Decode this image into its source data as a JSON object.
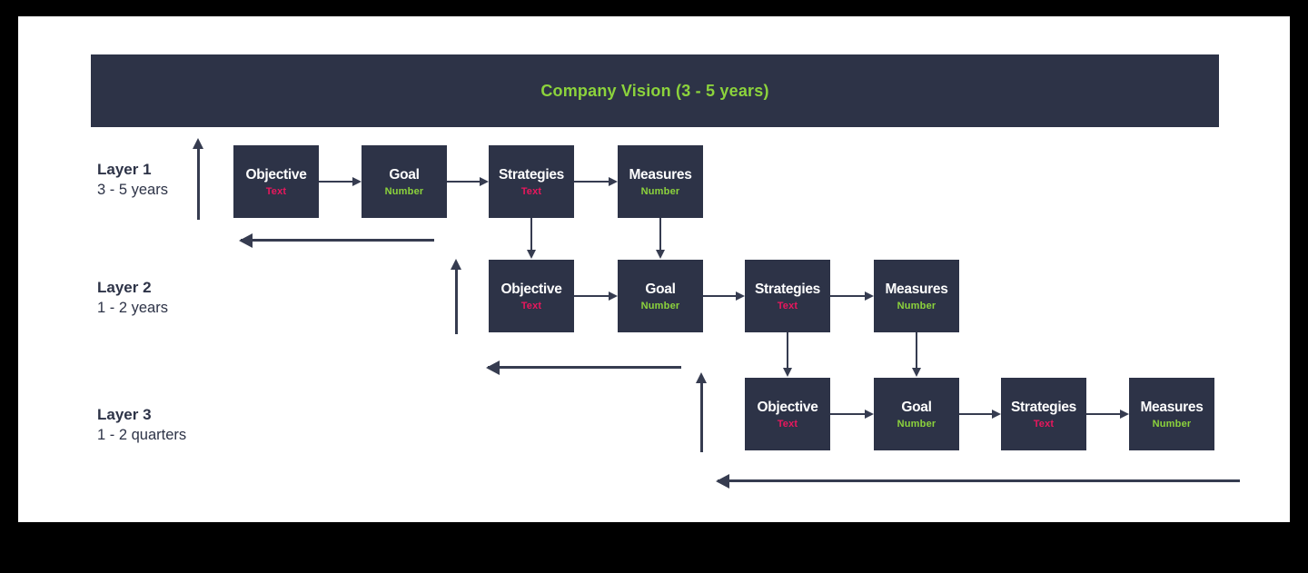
{
  "banner": {
    "title": "Company Vision (3 - 5 years)"
  },
  "layers": [
    {
      "label": "Layer 1",
      "timeframe": "3 - 5 years",
      "boxes": [
        {
          "title": "Objective",
          "subtitle": "Text",
          "subtitle_type": "text"
        },
        {
          "title": "Goal",
          "subtitle": "Number",
          "subtitle_type": "number"
        },
        {
          "title": "Strategies",
          "subtitle": "Text",
          "subtitle_type": "text"
        },
        {
          "title": "Measures",
          "subtitle": "Number",
          "subtitle_type": "number"
        }
      ]
    },
    {
      "label": "Layer 2",
      "timeframe": "1 - 2 years",
      "boxes": [
        {
          "title": "Objective",
          "subtitle": "Text",
          "subtitle_type": "text"
        },
        {
          "title": "Goal",
          "subtitle": "Number",
          "subtitle_type": "number"
        },
        {
          "title": "Strategies",
          "subtitle": "Text",
          "subtitle_type": "text"
        },
        {
          "title": "Measures",
          "subtitle": "Number",
          "subtitle_type": "number"
        }
      ]
    },
    {
      "label": "Layer 3",
      "timeframe": "1 - 2 quarters",
      "boxes": [
        {
          "title": "Objective",
          "subtitle": "Text",
          "subtitle_type": "text"
        },
        {
          "title": "Goal",
          "subtitle": "Number",
          "subtitle_type": "number"
        },
        {
          "title": "Strategies",
          "subtitle": "Text",
          "subtitle_type": "text"
        },
        {
          "title": "Measures",
          "subtitle": "Number",
          "subtitle_type": "number"
        }
      ]
    }
  ],
  "colors": {
    "panel": "#2d3347",
    "green": "#8cd33c",
    "pink": "#e8175d",
    "arrow": "#363c50",
    "canvas": "#ffffff",
    "frame": "#000000"
  }
}
